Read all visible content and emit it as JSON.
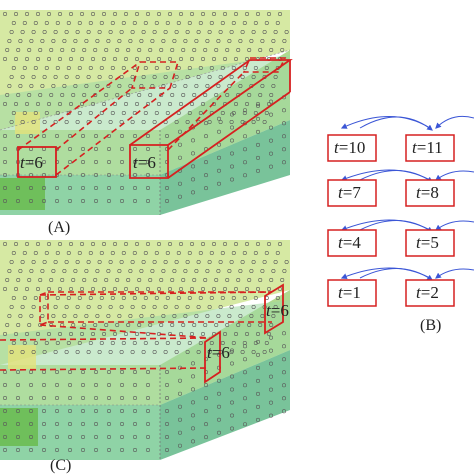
{
  "colors": {
    "top": "#d6e9a3",
    "front_upper": "#c4e39a",
    "front_lower": "#8fd3a6",
    "side_upper": "#b0d98f",
    "side_lower": "#79c39a",
    "yellow_patch": "#e4e27a",
    "green_patch": "#6fbf5b",
    "red": "#d62020",
    "blue_arrow": "#3b56d6",
    "dot": "#5a5a5a"
  },
  "panels": {
    "a": {
      "label": "(A)",
      "boxes": [
        {
          "var": "t",
          "eq": "=6"
        },
        {
          "var": "t",
          "eq": "=6"
        }
      ]
    },
    "c": {
      "label": "(C)",
      "boxes": [
        {
          "var": "t",
          "eq": "=6"
        },
        {
          "var": "t",
          "eq": "=6"
        }
      ]
    },
    "b": {
      "label": "(B)",
      "rows": [
        [
          {
            "var": "t",
            "eq": "=10"
          },
          {
            "var": "t",
            "eq": "=11"
          }
        ],
        [
          {
            "var": "t",
            "eq": "=7"
          },
          {
            "var": "t",
            "eq": "=8"
          }
        ],
        [
          {
            "var": "t",
            "eq": "=4"
          },
          {
            "var": "t",
            "eq": "=5"
          }
        ],
        [
          {
            "var": "t",
            "eq": "=1"
          },
          {
            "var": "t",
            "eq": "=2"
          }
        ]
      ]
    }
  },
  "icons": {
    "arrow": "curved-arrow-icon"
  }
}
